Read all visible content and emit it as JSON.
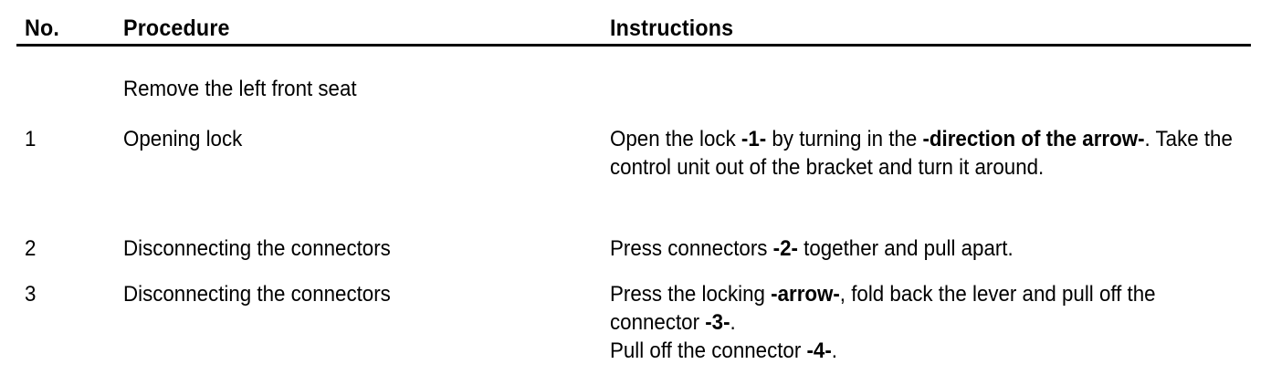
{
  "document": {
    "type": "procedure-table",
    "columns": {
      "no": "No.",
      "procedure": "Procedure",
      "instructions": "Instructions"
    },
    "subtitle": "Remove the left front seat",
    "rows": [
      {
        "no": "1",
        "procedure": "Opening lock",
        "instructions_plain": "Open the lock -1- by turning in the -direction of the arrow-. Take the control unit out of the bracket and turn it around.",
        "instructions_parts": [
          {
            "text": "Open the lock ",
            "bold": false
          },
          {
            "text": "-1-",
            "bold": true
          },
          {
            "text": " by turning in the ",
            "bold": false
          },
          {
            "text": "-direction of the arrow-",
            "bold": true
          },
          {
            "text": ". Take the control unit out of the bracket and turn it around.",
            "bold": false
          }
        ]
      },
      {
        "no": "2",
        "procedure": "Disconnecting the connectors",
        "instructions_plain": "Press connectors -2- together and pull apart.",
        "instructions_parts": [
          {
            "text": "Press connectors ",
            "bold": false
          },
          {
            "text": "-2-",
            "bold": true
          },
          {
            "text": " together and pull apart.",
            "bold": false
          }
        ]
      },
      {
        "no": "3",
        "procedure": "Disconnecting the connectors",
        "instructions_plain": "Press the locking -arrow-, fold back the lever and pull off the connector -3-.\nPull off the connector -4-.",
        "instructions_parts": [
          {
            "text": "Press the locking ",
            "bold": false
          },
          {
            "text": "-arrow-",
            "bold": true
          },
          {
            "text": ", fold back the lever and pull off the connector ",
            "bold": false
          },
          {
            "text": "-3-",
            "bold": true
          },
          {
            "text": ".",
            "bold": false
          },
          {
            "text": "\n",
            "bold": false
          },
          {
            "text": "Pull off the connector ",
            "bold": false
          },
          {
            "text": "-4-",
            "bold": true
          },
          {
            "text": ".",
            "bold": false
          }
        ]
      }
    ]
  },
  "colors": {
    "text": "#000000",
    "background": "#ffffff",
    "rule": "#000000"
  }
}
